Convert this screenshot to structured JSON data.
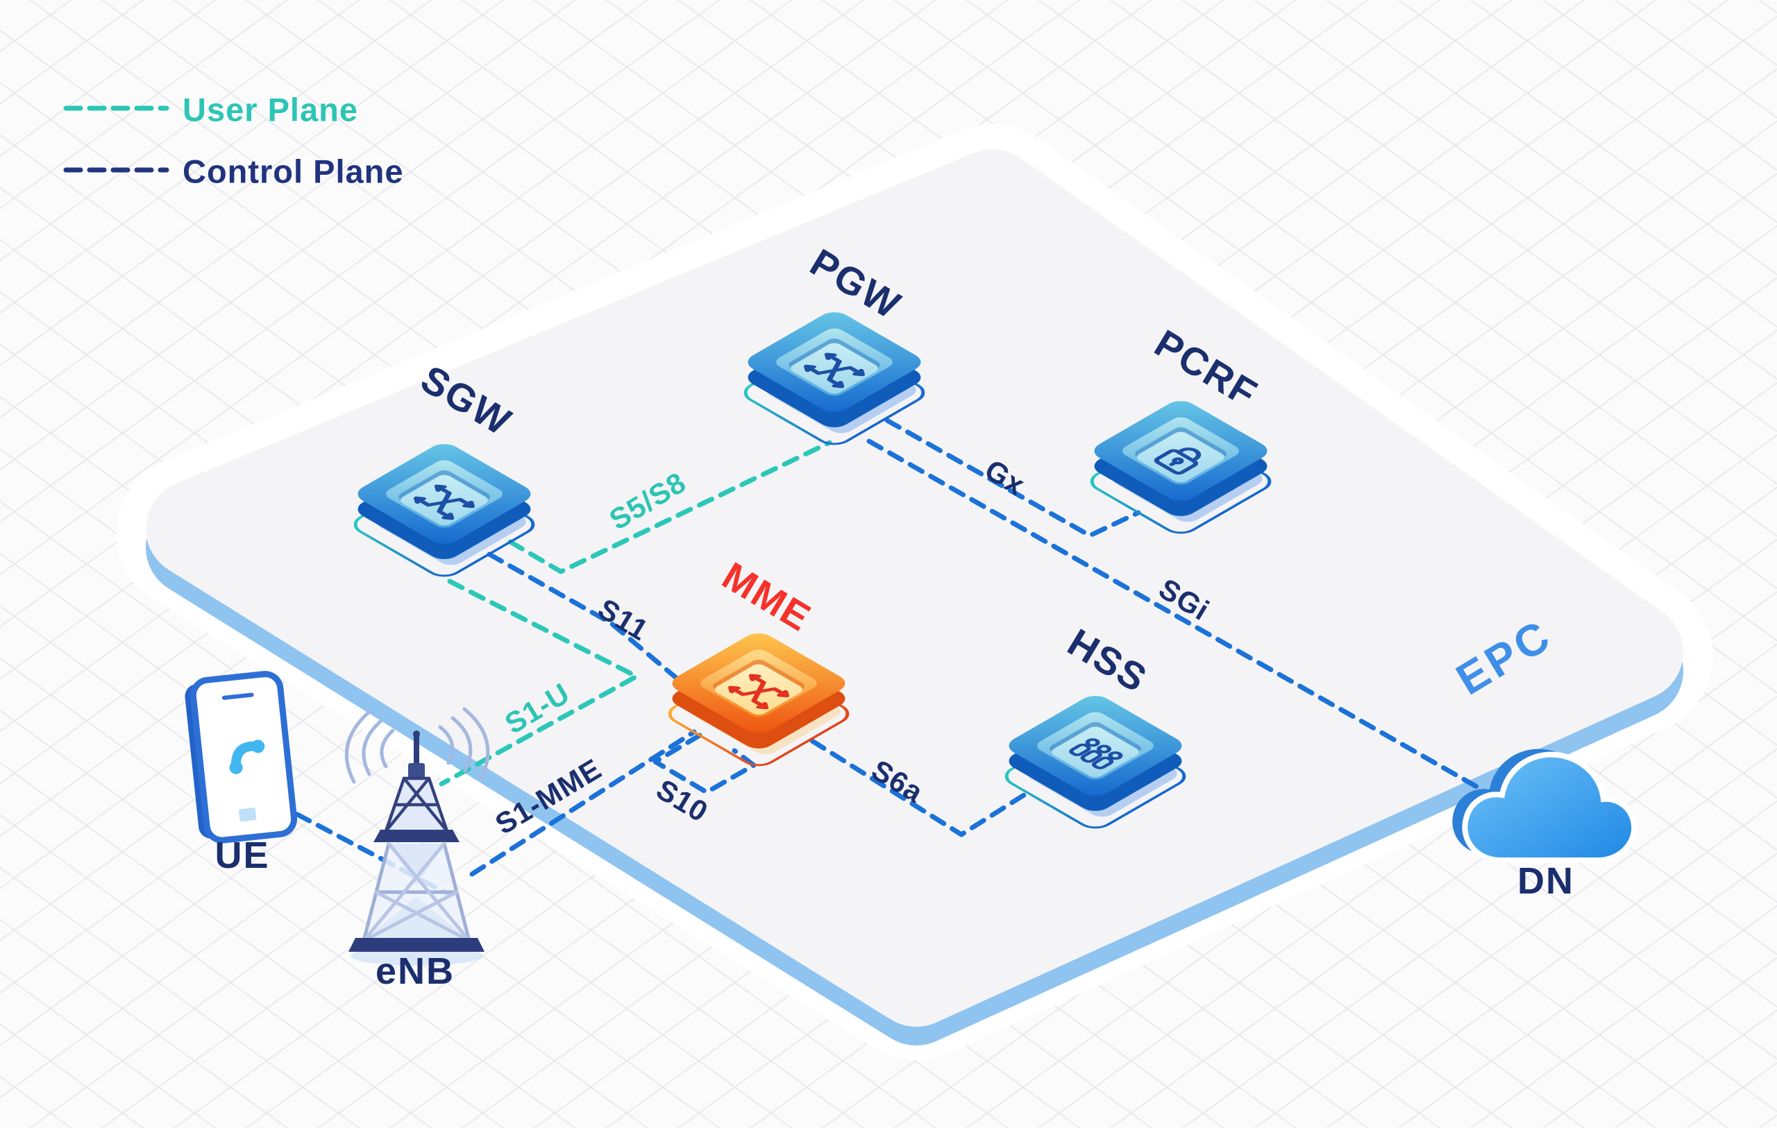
{
  "legend": {
    "user_plane_label": "User Plane",
    "control_plane_label": "Control Plane"
  },
  "platform": {
    "label": "EPC"
  },
  "nodes": {
    "sgw": {
      "label": "SGW",
      "icon": "crossing-arrows"
    },
    "pgw": {
      "label": "PGW",
      "icon": "crossing-arrows"
    },
    "pcrf": {
      "label": "PCRF",
      "icon": "padlock"
    },
    "mme": {
      "label": "MME",
      "icon": "crossing-arrows"
    },
    "hss": {
      "label": "HSS",
      "icon": "subscribers"
    },
    "ue": {
      "label": "UE",
      "icon": "smartphone"
    },
    "enb": {
      "label": "eNB",
      "icon": "radio-tower"
    },
    "dn": {
      "label": "DN",
      "icon": "cloud"
    }
  },
  "interfaces": {
    "s1u": {
      "label": "S1-U",
      "plane": "user",
      "from": "eNB",
      "to": "SGW"
    },
    "s5s8": {
      "label": "S5/S8",
      "plane": "user",
      "from": "SGW",
      "to": "PGW"
    },
    "s11": {
      "label": "S11",
      "plane": "control",
      "from": "SGW",
      "to": "MME"
    },
    "s1mme": {
      "label": "S1-MME",
      "plane": "control",
      "from": "eNB",
      "to": "MME"
    },
    "s10": {
      "label": "S10",
      "plane": "control",
      "from": "MME",
      "to": "MME"
    },
    "s6a": {
      "label": "S6a",
      "plane": "control",
      "from": "MME",
      "to": "HSS"
    },
    "gx": {
      "label": "Gx",
      "plane": "control",
      "from": "PGW",
      "to": "PCRF"
    },
    "sgi": {
      "label": "SGi",
      "plane": "control",
      "from": "PGW",
      "to": "DN"
    }
  },
  "colors": {
    "user_plane": "#2CC5B5",
    "control_plane_legend": "#24357F",
    "control_line": "#1B72D8",
    "label_navy": "#1B2F6E",
    "mme_label": "#F5322B",
    "epc_label": "#3F8FE9",
    "platform_fill": "#F4F4F6",
    "platform_edge": "#8FC3F0",
    "node_blue_light": "#68C8E6",
    "node_blue_dark": "#1467CE",
    "node_orange_light": "#FFC94F",
    "node_orange_dark": "#EE500F"
  }
}
